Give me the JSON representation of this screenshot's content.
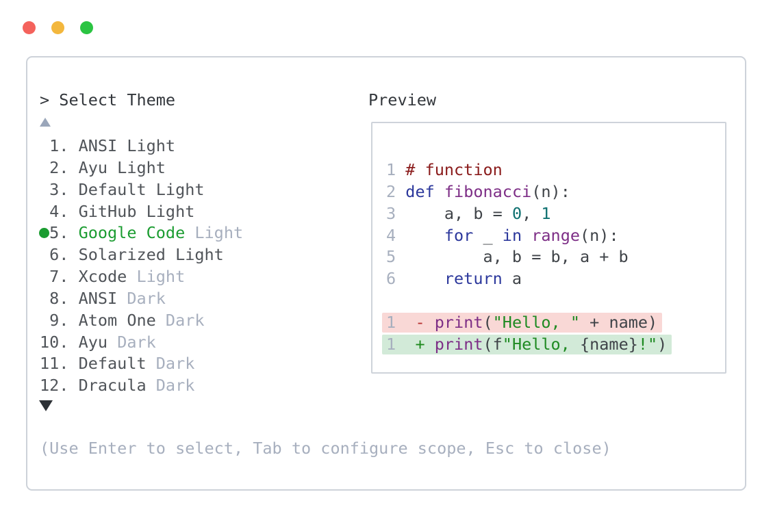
{
  "window": {
    "controls": [
      {
        "name": "close",
        "color": "#f4625c"
      },
      {
        "name": "minimize",
        "color": "#f3b73d"
      },
      {
        "name": "maximize",
        "color": "#2bc442"
      }
    ]
  },
  "picker": {
    "title": "> Select Theme",
    "scroll_up_icon": "triangle-up",
    "scroll_down_icon": "triangle-down",
    "help": "(Use Enter to select, Tab to configure scope, Esc to close)",
    "items": [
      {
        "num": "1.",
        "name": "ANSI Light",
        "suffix": "",
        "selected": false
      },
      {
        "num": "2.",
        "name": "Ayu Light",
        "suffix": "",
        "selected": false
      },
      {
        "num": "3.",
        "name": "Default Light",
        "suffix": "",
        "selected": false
      },
      {
        "num": "4.",
        "name": "GitHub Light",
        "suffix": "",
        "selected": false
      },
      {
        "num": "5.",
        "name": "Google Code",
        "suffix": "Light",
        "selected": true
      },
      {
        "num": "6.",
        "name": "Solarized Light",
        "suffix": "",
        "selected": false
      },
      {
        "num": "7.",
        "name": "Xcode",
        "suffix": "Light",
        "selected": false
      },
      {
        "num": "8.",
        "name": "ANSI",
        "suffix": "Dark",
        "selected": false
      },
      {
        "num": "9.",
        "name": "Atom One",
        "suffix": "Dark",
        "selected": false
      },
      {
        "num": "10.",
        "name": "Ayu",
        "suffix": "Dark",
        "selected": false
      },
      {
        "num": "11.",
        "name": "Default",
        "suffix": "Dark",
        "selected": false
      },
      {
        "num": "12.",
        "name": "Dracula",
        "suffix": "Dark",
        "selected": false
      }
    ]
  },
  "preview": {
    "label": "Preview",
    "lines": [
      {
        "num": "1",
        "tokens": [
          [
            "# function",
            "com"
          ]
        ]
      },
      {
        "num": "2",
        "tokens": [
          [
            "def",
            "kwd"
          ],
          [
            " ",
            "pln"
          ],
          [
            "fibonacci",
            "typ"
          ],
          [
            "(n):",
            "pln"
          ]
        ]
      },
      {
        "num": "3",
        "tokens": [
          [
            "    a, b = ",
            "pln"
          ],
          [
            "0",
            "lit"
          ],
          [
            ", ",
            "pln"
          ],
          [
            "1",
            "lit"
          ]
        ]
      },
      {
        "num": "4",
        "tokens": [
          [
            "    ",
            "pln"
          ],
          [
            "for",
            "kwd"
          ],
          [
            " _ ",
            "pln"
          ],
          [
            "in",
            "kwd"
          ],
          [
            " ",
            "pln"
          ],
          [
            "range",
            "typ"
          ],
          [
            "(n):",
            "pln"
          ]
        ]
      },
      {
        "num": "5",
        "tokens": [
          [
            "        a, b = b, a + b",
            "pln"
          ]
        ]
      },
      {
        "num": "6",
        "tokens": [
          [
            "    ",
            "pln"
          ],
          [
            "return",
            "kwd"
          ],
          [
            " a",
            "pln"
          ]
        ]
      },
      {
        "blank": true
      },
      {
        "num": "1",
        "diff": "removed",
        "tokens": [
          [
            " - ",
            "minus"
          ],
          [
            "print",
            "typ"
          ],
          [
            "(",
            "pln"
          ],
          [
            "\"Hello, \"",
            "str"
          ],
          [
            " + name",
            "pln"
          ],
          [
            ")",
            "pln"
          ]
        ]
      },
      {
        "num": "1",
        "diff": "added",
        "tokens": [
          [
            " + ",
            "plus"
          ],
          [
            "print",
            "typ"
          ],
          [
            "(f",
            "pln"
          ],
          [
            "\"Hello, ",
            "str"
          ],
          [
            "{name}",
            "pln"
          ],
          [
            "!\"",
            "str"
          ],
          [
            ")",
            "pln"
          ]
        ]
      }
    ]
  },
  "colors": {
    "ui": {
      "panel_border": "#cdd2d9",
      "title_text": "#33373c",
      "list_text": "#505459",
      "muted_text": "#a7afbe",
      "selected_green": "#1b9c31",
      "scroll_up_arrow": "#9aa6ba",
      "scroll_down_arrow": "#2d3136",
      "preview_border": "#ced3da"
    },
    "syntax": {
      "pln": "#3f4348",
      "com": "#8a1b1b",
      "kwd": "#2c389c",
      "typ": "#7d2e86",
      "lit": "#0e7070",
      "str": "#1e8a22",
      "minus": "#b73333",
      "plus": "#1e8a1e",
      "line_num": "#a7afbe",
      "removed_bg": "#f9d8d6",
      "added_bg": "#d2ead8"
    }
  }
}
